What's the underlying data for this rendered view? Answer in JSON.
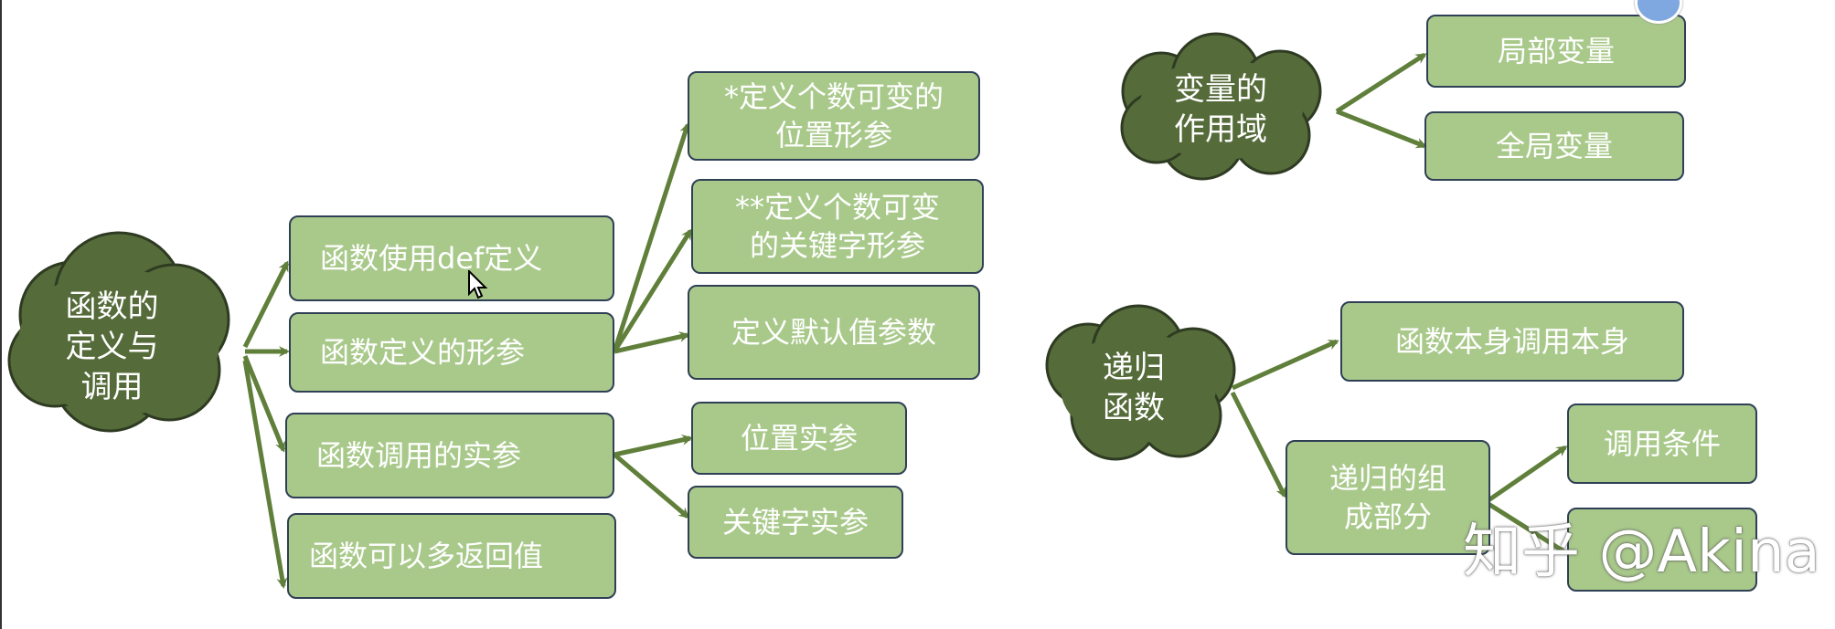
{
  "diagram": {
    "function_cloud": "函数的\n定义与\n调用",
    "function_nodes": {
      "def_keyword": "函数使用def定义",
      "params": "函数定义的形参",
      "args": "函数调用的实参",
      "multi_return": "函数可以多返回值"
    },
    "param_nodes": {
      "var_positional": "*定义个数可变的\n位置形参",
      "var_keyword": "**定义个数可变\n的关键字形参",
      "default": "定义默认值参数"
    },
    "arg_nodes": {
      "positional": "位置实参",
      "keyword": "关键字实参"
    },
    "scope_cloud": "变量的\n作用域",
    "scope_nodes": {
      "local": "局部变量",
      "global": "全局变量"
    },
    "recursion_cloud": "递归\n函数",
    "recursion_nodes": {
      "self_call": "函数本身调用本身",
      "parts": "递归的组\n成部分",
      "condition": "调用条件"
    },
    "colors": {
      "cloud": "#556b3a",
      "cloud_outline": "#2e3b22",
      "node_fill": "#a9c98b",
      "node_border": "#2f3f55",
      "arrow": "#5f7f3a"
    }
  },
  "watermark": "知乎 @Akina"
}
